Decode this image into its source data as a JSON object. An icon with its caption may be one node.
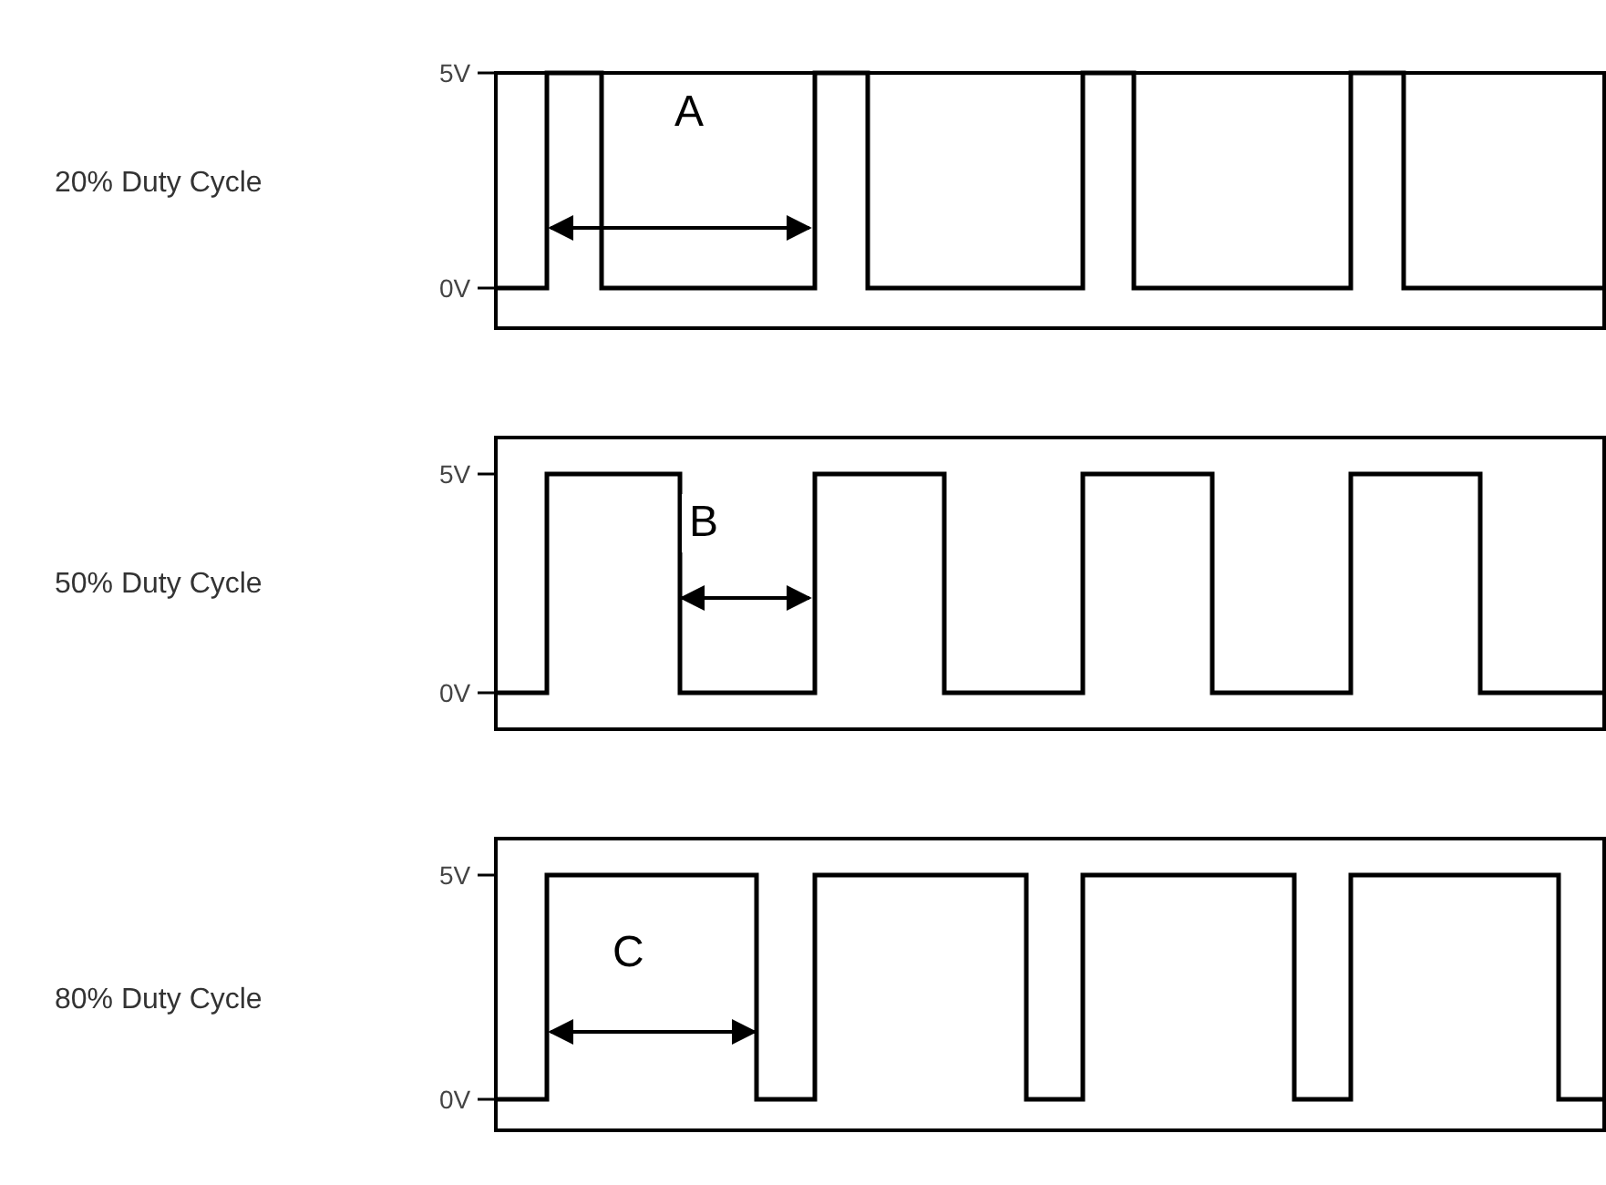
{
  "diagram": {
    "labels": [
      "5V",
      "A",
      "20% Duty Cycle",
      "0V",
      "5V",
      "B",
      "50% Duty Cycle",
      "0V",
      "5V",
      "C",
      "80% Duty Cycle",
      "0V"
    ]
  }
}
